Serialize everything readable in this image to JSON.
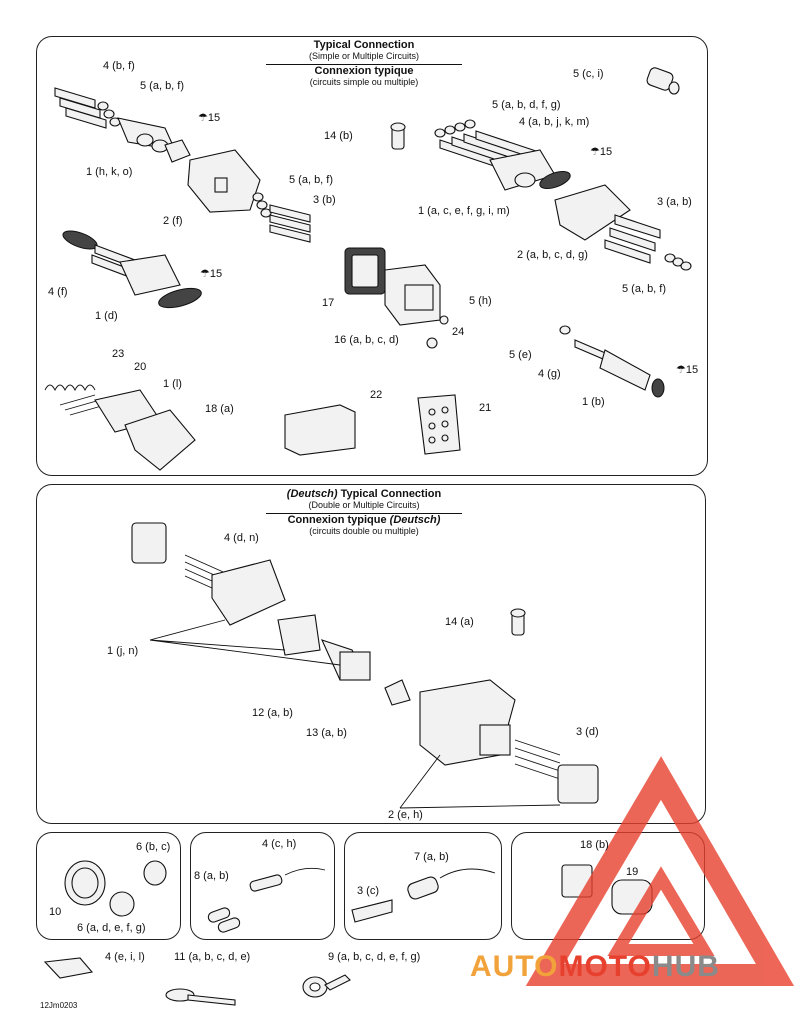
{
  "top_title": {
    "line1": "Typical Connection",
    "line2": "(Simple or Multiple Circuits)",
    "line3": "Connexion typique",
    "line4": "(circuits simple ou multiple)"
  },
  "mid_title": {
    "line1_italic": "(Deutsch)",
    "line1": " Typical Connection",
    "line2": "(Double or Multiple Circuits)",
    "line3": "Connexion typique ",
    "line3_italic": "(Deutsch)",
    "line4": "(circuits double ou multiple)"
  },
  "labels_top": [
    "4 (b, f)",
    "5 (a, b, f)",
    "☂15",
    "1 (h, k, o)",
    "2 (f)",
    "5 (a, b, f)",
    "3 (b)",
    "14 (b)",
    "5 (c, i)",
    "5 (a, b, d, f, g)",
    "4 (a, b, j, k, m)",
    "☂15",
    "1 (a, c, e, f, g, i, m)",
    "3 (a, b)",
    "2 (a, b, c, d, g)",
    "5 (a, b, f)",
    "4 (f)",
    "☂15",
    "1 (d)",
    "17",
    "5 (h)",
    "24",
    "16 (a, b, c, d)",
    "5 (e)",
    "4 (g)",
    "☂15",
    "1 (b)",
    "23",
    "20",
    "1 (l)",
    "18 (a)",
    "22",
    "21"
  ],
  "labels_mid": [
    "4 (d, n)",
    "1 (j, n)",
    "14 (a)",
    "12 (a, b)",
    "13 (a, b)",
    "3 (d)",
    "2 (e, h)"
  ],
  "labels_bottom": [
    "6 (b, c)",
    "10",
    "6 (a, d, e, f, g)",
    "4 (c, h)",
    "8 (a, b)",
    "7 (a, b)",
    "3 (c)",
    "18 (b)",
    "19",
    "4 (e, i, l)",
    "11 (a, b, c, d, e)",
    "9 (a, b, c, d, e, f, g)"
  ],
  "footer_code": "12Jm0203",
  "watermark": {
    "part1": "AUTO",
    "part2": "MOTO",
    "part3": "HUB",
    "color_orange": "#f2a23a",
    "color_red": "#e8402e",
    "color_gray": "#8a8a8a"
  }
}
